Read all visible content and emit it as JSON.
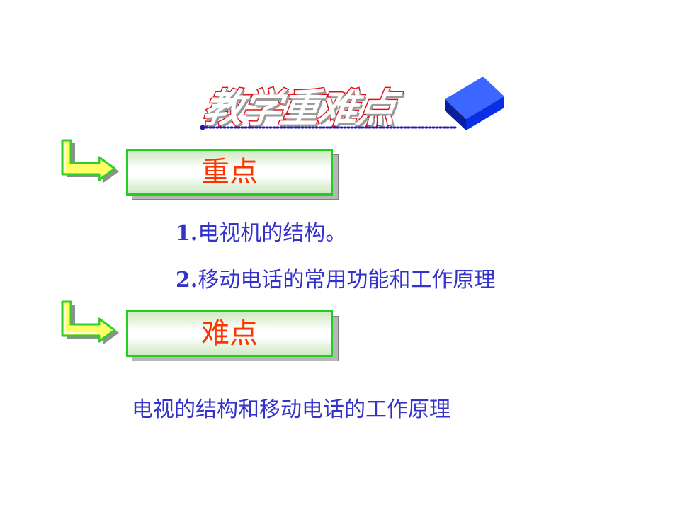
{
  "title": "教学重难点",
  "sections": [
    {
      "label": "重点",
      "items": [
        {
          "num": "1.",
          "text": "电视机的结构。"
        },
        {
          "num": "2.",
          "text": "移动电话的常用功能和工作原理"
        }
      ]
    },
    {
      "label": "难点",
      "items": [
        {
          "text": "电视的结构和移动电话的工作原理"
        }
      ]
    }
  ],
  "colors": {
    "title_outline": "#e0101a",
    "dotted_line": "#1a1ab8",
    "cube": "#0b2de6",
    "box_border": "#22cc22",
    "box_label": "#ff3300",
    "item_text": "#3333cc",
    "arrow_fill": "#ffff66",
    "arrow_edge": "#33cc33"
  },
  "icons": [
    "blue-cube-icon",
    "l-arrow-icon"
  ]
}
